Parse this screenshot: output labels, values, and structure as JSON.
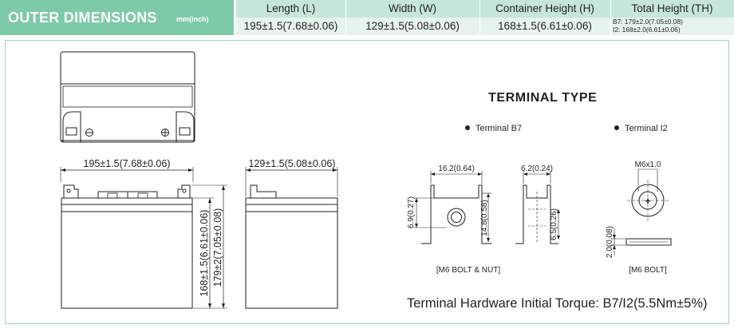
{
  "header": {
    "title": "OUTER DIMENSIONS",
    "unit": "mm(inch)",
    "columns": [
      {
        "label": "Length (L)",
        "value": "195±1.5(7.68±0.06)"
      },
      {
        "label": "Width (W)",
        "value": "129±1.5(5.08±0.06)"
      },
      {
        "label": "Container Height (H)",
        "value": "168±1.5(6.61±0.06)"
      },
      {
        "label": "Total Height (TH)",
        "lines": [
          "B7: 179±2.0(7.05±0.08)",
          "I2:  168±2.0(6.61±0.06)"
        ]
      }
    ]
  },
  "drawing": {
    "top_view": {
      "negative_symbol": "⊖",
      "positive_symbol": "⊕"
    },
    "front_view": {
      "length_dim": "195±1.5(7.68±0.06)",
      "container_height_dim": "168±1.5(6.61±0.06)",
      "total_height_dim": "179±2(7.05±0.08)"
    },
    "side_view": {
      "width_dim": "129±1.5(5.08±0.06)"
    }
  },
  "terminal": {
    "title": "TERMINAL TYPE",
    "b7": {
      "label": "Terminal B7",
      "dims": [
        "16.2(0.64)",
        "6.2(0.24)",
        "6.9(0.27)",
        "14.8(0.58)",
        "6.5(0.26)"
      ],
      "caption": "[M6 BOLT & NUT]"
    },
    "i2": {
      "label": "Terminal I2",
      "thread": "M6x1.0",
      "plus": "+",
      "dims": [
        "2.0(0.08)"
      ],
      "caption": "[M6 BOLT]"
    },
    "torque": "Terminal Hardware Initial Torque: B7/I2(5.5Nm±5%)"
  }
}
